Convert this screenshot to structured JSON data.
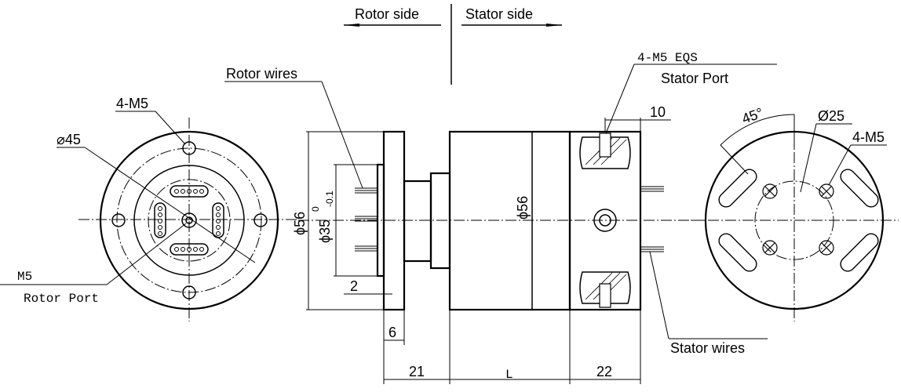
{
  "labels": {
    "rotor_side": "Rotor side",
    "stator_side": "Stator side",
    "rotor_wires": "Rotor wires",
    "stator_wires": "Stator wires",
    "stator_port_screw": "4-M5 EQS",
    "stator_port": "Stator Port",
    "rotor_port_screw": "M5",
    "rotor_port": "Rotor Port",
    "left_holes": "4-M5",
    "left_dia": "⌀45",
    "right_dia": "Ø25",
    "right_angle": "45°",
    "right_holes": "4-M5"
  },
  "dims": {
    "body_dia": "56",
    "flange_dia": "ϕ56",
    "pilot_dia": "ϕ35",
    "pilot_tol_upper": "0",
    "pilot_tol_lower": "-0.1",
    "d2": "2",
    "d6": "6",
    "d10": "10",
    "d21": "21",
    "dL": "L",
    "d22": "22",
    "body_phi": "ϕ56"
  }
}
